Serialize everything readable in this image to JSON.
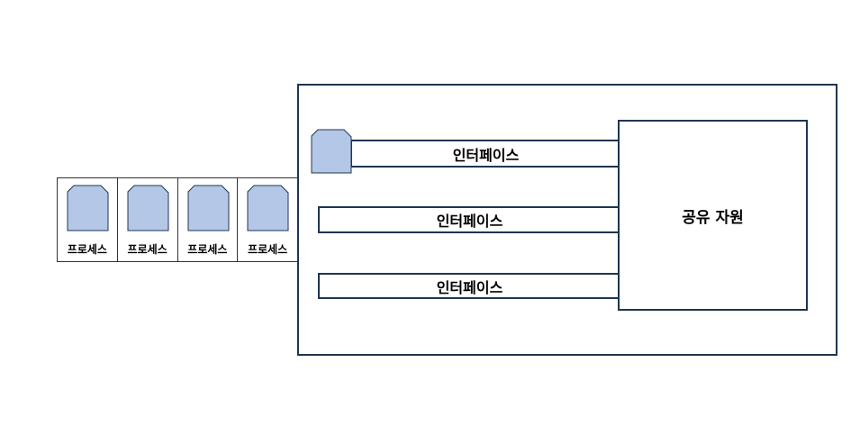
{
  "resource": {
    "label": "공유 자원"
  },
  "interfaces": [
    {
      "label": "인터페이스"
    },
    {
      "label": "인터페이스"
    },
    {
      "label": "인터페이스"
    }
  ],
  "queue": {
    "processes": [
      {
        "label": "프로세스"
      },
      {
        "label": "프로세스"
      },
      {
        "label": "프로세스"
      },
      {
        "label": "프로세스"
      }
    ]
  },
  "colors": {
    "border": "#1f3550",
    "process_fill": "#b4c7e7"
  }
}
